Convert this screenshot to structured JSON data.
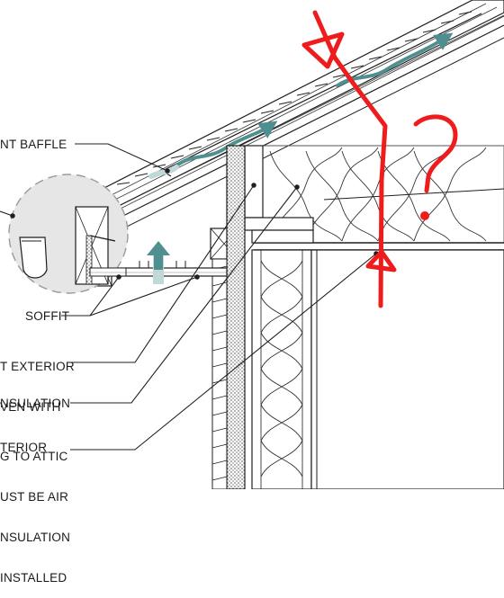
{
  "labels": {
    "vent_baffle": "NT BAFFLE",
    "soffit": "SOFFIT",
    "exterior": [
      "T EXTERIOR",
      "VEN WITH",
      "TERIOR"
    ],
    "insulation": "NSULATION",
    "attic": [
      "G TO ATTIC",
      "UST BE AIR",
      "NSULATION",
      "INSTALLED"
    ]
  },
  "annotations": {
    "question_mark": "?"
  },
  "colors": {
    "line": "#1f1f1f",
    "airflow": "#4f8f8f",
    "airflow_light": "#bfd8d8",
    "markup_red": "#ee1c1c",
    "detail_circle": "#e6e6e6",
    "sheathing": "#8c8c8c"
  }
}
